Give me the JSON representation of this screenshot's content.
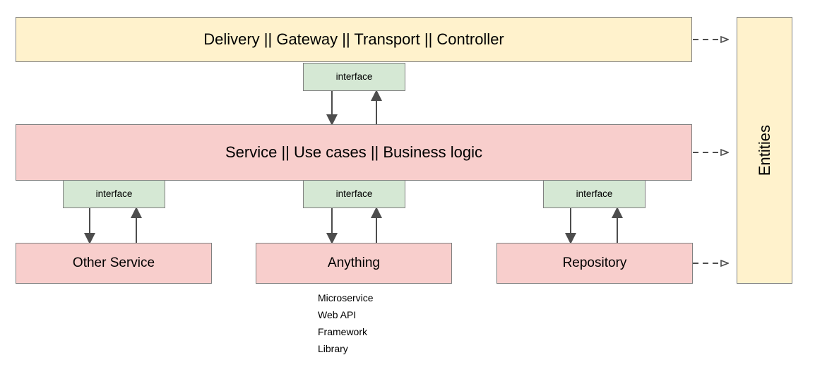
{
  "diagram": {
    "title_layer_top": "Delivery || Gateway || Transport || Controller",
    "title_layer_middle": "Service || Use cases || Business logic",
    "entities_label": "Entities",
    "interface_label": "interface",
    "nodes": {
      "other_service": "Other Service",
      "anything": "Anything",
      "repository": "Repository"
    },
    "interfaces": {
      "top": "interface",
      "left": "interface",
      "center": "interface",
      "right": "interface"
    },
    "annotations": [
      "Microservice",
      "Web API",
      "Framework",
      "Library"
    ],
    "colors": {
      "yellow_fill": "#fff2cc",
      "pink_fill": "#f8cecc",
      "green_fill": "#d5e8d4",
      "stroke": "#808080",
      "edge": "#4d4d4d",
      "background": "#ffffff"
    }
  }
}
